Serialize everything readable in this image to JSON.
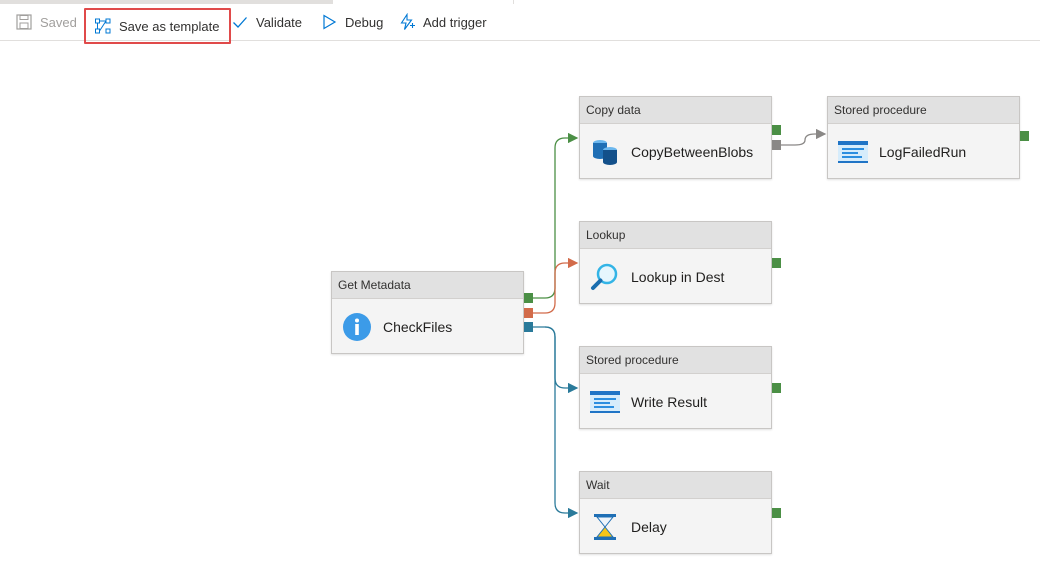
{
  "toolbar": {
    "saved_label": "Saved",
    "save_template_label": "Save as template",
    "validate_label": "Validate",
    "debug_label": "Debug",
    "add_trigger_label": "Add trigger"
  },
  "activities": {
    "get_metadata": {
      "type": "Get Metadata",
      "name": "CheckFiles",
      "icon": "info-icon"
    },
    "copy_data": {
      "type": "Copy data",
      "name": "CopyBetweenBlobs",
      "icon": "database-icon"
    },
    "stored_proc_log": {
      "type": "Stored procedure",
      "name": "LogFailedRun",
      "icon": "stored-procedure-icon"
    },
    "lookup": {
      "type": "Lookup",
      "name": "Lookup in Dest",
      "icon": "magnifier-icon"
    },
    "stored_proc_write": {
      "type": "Stored procedure",
      "name": "Write Result",
      "icon": "stored-procedure-icon"
    },
    "wait": {
      "type": "Wait",
      "name": "Delay",
      "icon": "hourglass-icon"
    }
  },
  "colors": {
    "success": "#4b8f45",
    "failure": "#d26b4a",
    "completion": "#2a7a9a",
    "skipped": "#8a8886",
    "highlight_box": "#e04a4a"
  }
}
